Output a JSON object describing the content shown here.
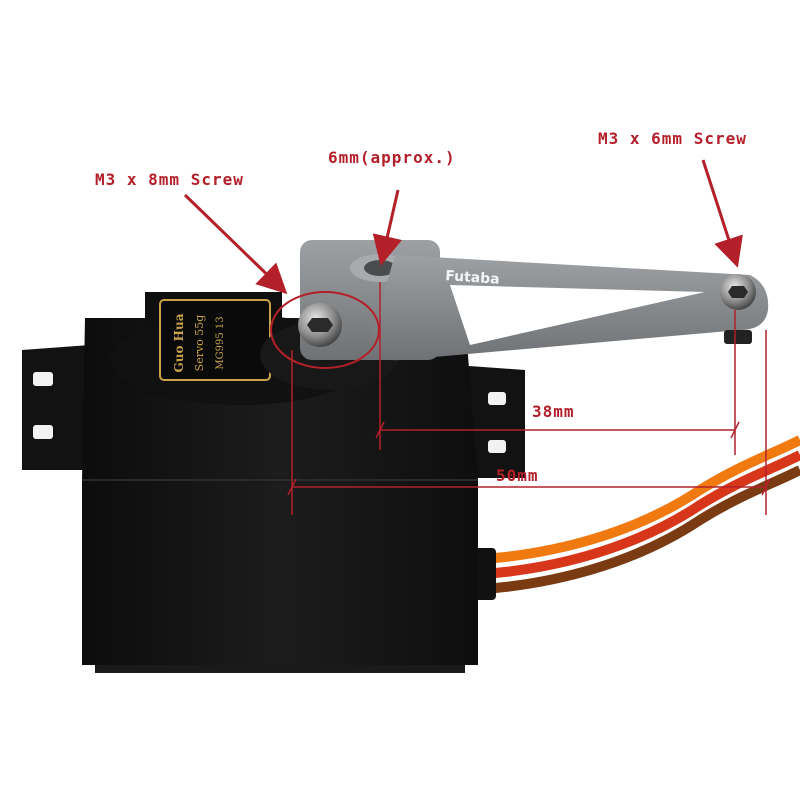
{
  "annotations": {
    "screw_left": "M3 x 8mm Screw",
    "screw_right": "M3 x 6mm Screw",
    "spline": "6mm(approx.)",
    "dim_38": "38mm",
    "dim_50": "50mm"
  },
  "servo": {
    "arm_brand": "Futaba",
    "label_lines": [
      "Guo Hua",
      "Servo 55g",
      "MG995 13"
    ]
  },
  "colors": {
    "annotation": "#b3202a",
    "servo_body": "#141414",
    "arm": "#8a8d90",
    "wire_orange": "#f07a10",
    "wire_red": "#d8361a",
    "wire_brown": "#7a3b12",
    "label_gold": "#c9a24a"
  }
}
